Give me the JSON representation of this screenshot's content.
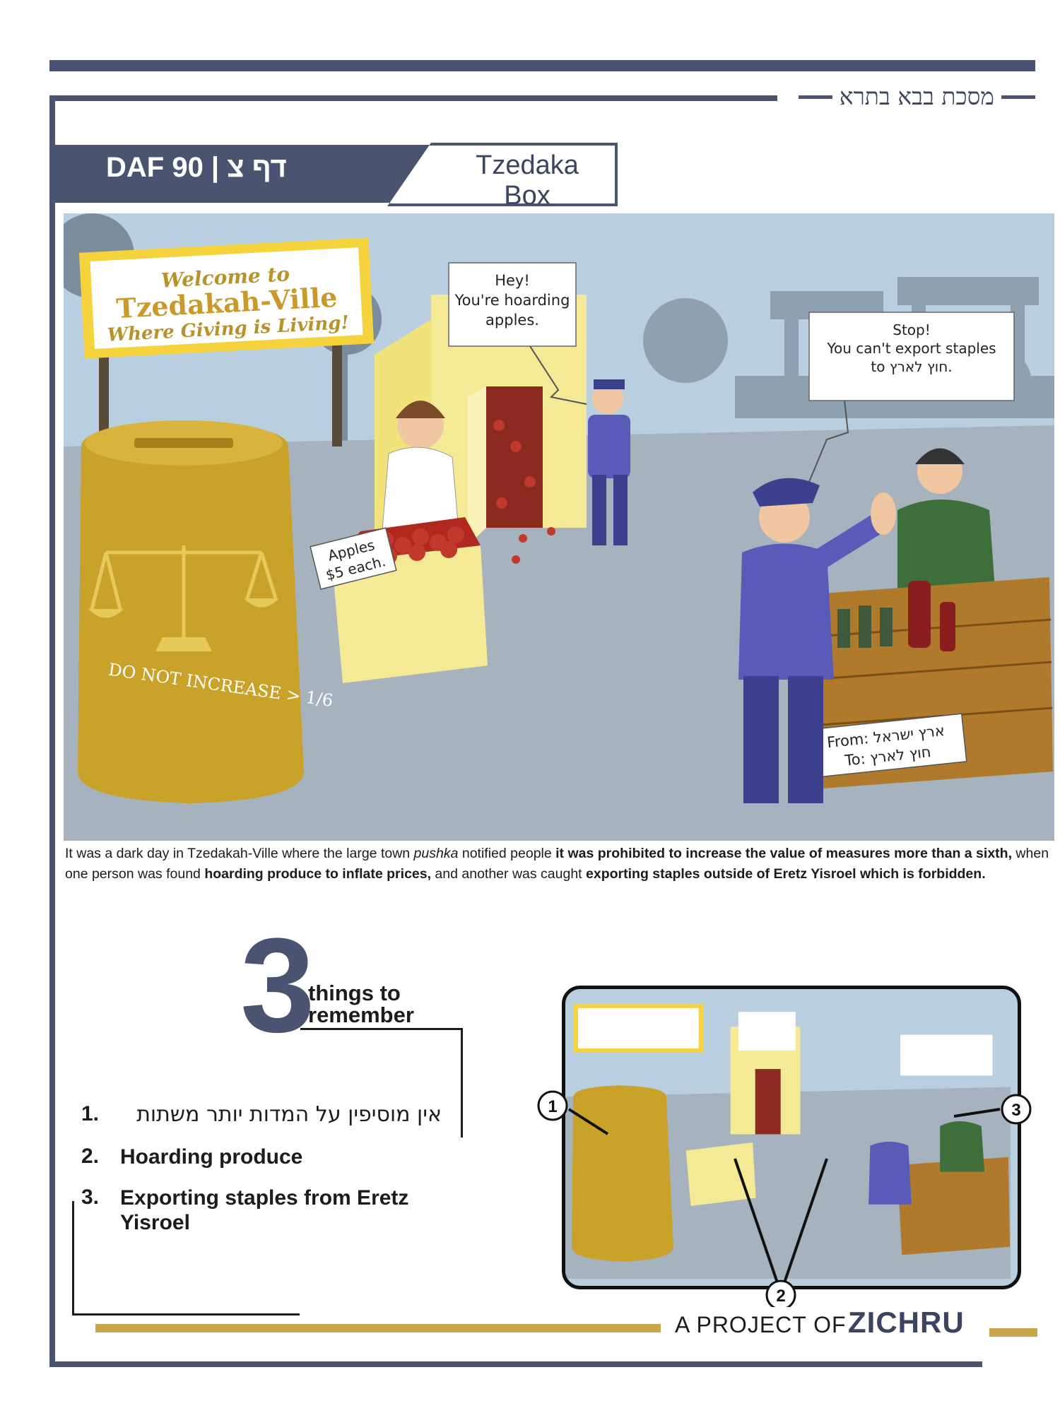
{
  "header": {
    "tractate": "מסכת בבא בתרא",
    "daf": "DAF 90 | דף צ",
    "topic": "Tzedaka Box"
  },
  "illustration": {
    "sign_line1": "Welcome to",
    "sign_line2": "Tzedakah-Ville",
    "sign_line3": "Where Giving is Living!",
    "box_text": "DO NOT INCREASE > 1/6",
    "bubble1": [
      "Hey!",
      "You're hoarding",
      "apples."
    ],
    "bubble2": [
      "Stop!",
      "You can't export staples",
      "to חוץ לארץ."
    ],
    "price_tag": [
      "Apples",
      "$5 each."
    ],
    "crate_label": [
      "From: ארץ ישראל",
      "To: חוץ לארץ"
    ]
  },
  "caption": {
    "p1": "It was a dark day in Tzedakah-Ville where the large town ",
    "p2": "pushka",
    "p3": " notified people ",
    "p4": "it was prohibited to increase the value of measures more than a sixth,",
    "p5": " when one person was found ",
    "p6": "hoarding produce to inflate prices,",
    "p7": " and another was caught ",
    "p8": "exporting staples outside of Eretz Yisroel which is forbidden."
  },
  "remember": {
    "number": "3",
    "title_line1": "things to",
    "title_line2": "remember",
    "items": [
      {
        "num": "1.",
        "text": "אין מוסיפין על המדות יותר משתות"
      },
      {
        "num": "2.",
        "text": "Hoarding produce"
      },
      {
        "num": "3.",
        "text": "Exporting staples from Eretz Yisroel"
      }
    ]
  },
  "thumbnail": {
    "markers": [
      "1",
      "2",
      "3"
    ]
  },
  "footer": {
    "project": "A PROJECT OF",
    "logo": "ZICHRU"
  },
  "colors": {
    "navy": "#4a5470",
    "gold": "#c9a64a",
    "sky": "#b9cfe0",
    "ground": "#a7b2bf"
  }
}
